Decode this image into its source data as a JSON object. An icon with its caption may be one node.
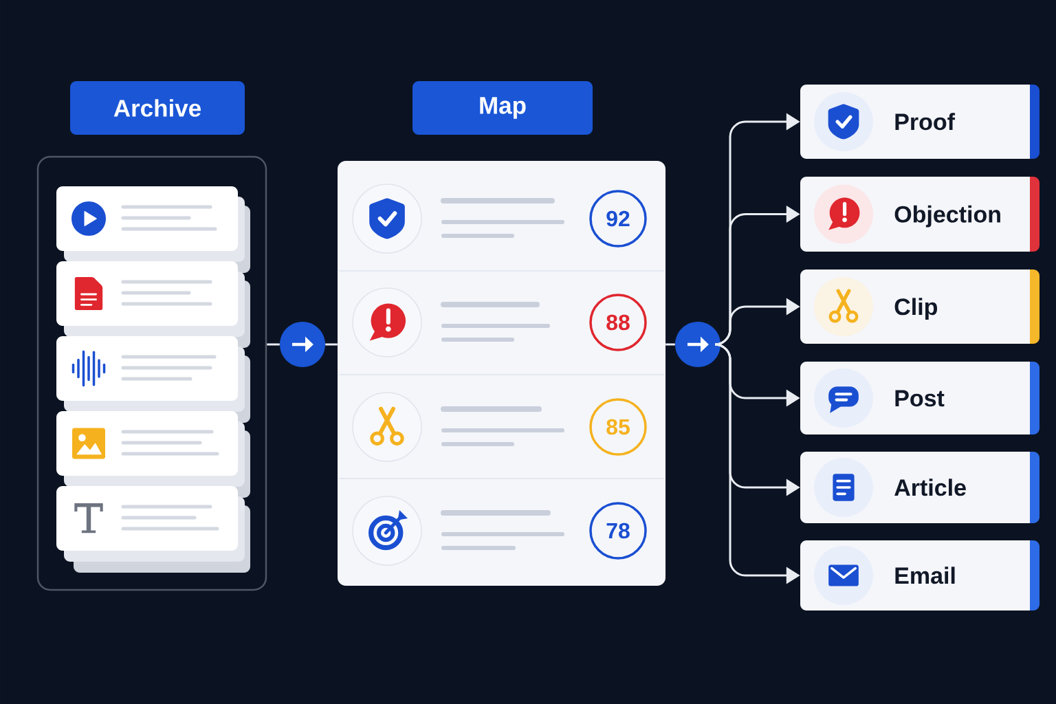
{
  "diagram": {
    "nodes": [
      {
        "text": [
          "Archive"
        ]
      },
      {
        "text": [],
        "shape": "box"
      },
      {
        "text": [],
        "shape": "box",
        "in": 1
      },
      {
        "text": [],
        "shape": "box",
        "in": 1
      },
      {
        "text": [],
        "shape": "box",
        "in": 1
      },
      {
        "text": [],
        "shape": "box",
        "in": 1
      },
      {
        "text": [],
        "shape": "box",
        "in": 1
      },
      {
        "text": [],
        "shape": "circle"
      },
      {
        "text": [
          "Map"
        ]
      },
      {
        "text": [],
        "shape": "box"
      },
      {
        "text": [
          "92"
        ],
        "in": 9
      },
      {
        "text": [
          "88"
        ],
        "in": 9
      },
      {
        "text": [
          "85"
        ],
        "in": 9
      },
      {
        "text": [
          "78"
        ],
        "in": 9
      },
      {
        "text": [],
        "shape": "circle"
      },
      {
        "text": [
          "Proof"
        ]
      },
      {
        "text": [
          "Objection"
        ]
      },
      {
        "text": [
          "Clip"
        ]
      },
      {
        "text": [
          "Post"
        ]
      },
      {
        "text": [
          "Article"
        ]
      },
      {
        "text": [
          "Email"
        ]
      }
    ],
    "edges": [
      {
        "from": 1,
        "to": 7,
        "arrow": "none"
      },
      {
        "from": 7,
        "to": 9,
        "arrow": "none"
      },
      {
        "from": 9,
        "to": 14,
        "arrow": "none"
      },
      {
        "from": 14,
        "to": 15,
        "arrow": "to"
      },
      {
        "from": 14,
        "to": 16,
        "arrow": "to"
      },
      {
        "from": 14,
        "to": 17,
        "arrow": "to"
      },
      {
        "from": 14,
        "to": 18,
        "arrow": "to"
      },
      {
        "from": 14,
        "to": 19,
        "arrow": "to"
      },
      {
        "from": 14,
        "to": 20,
        "arrow": "to"
      }
    ]
  }
}
